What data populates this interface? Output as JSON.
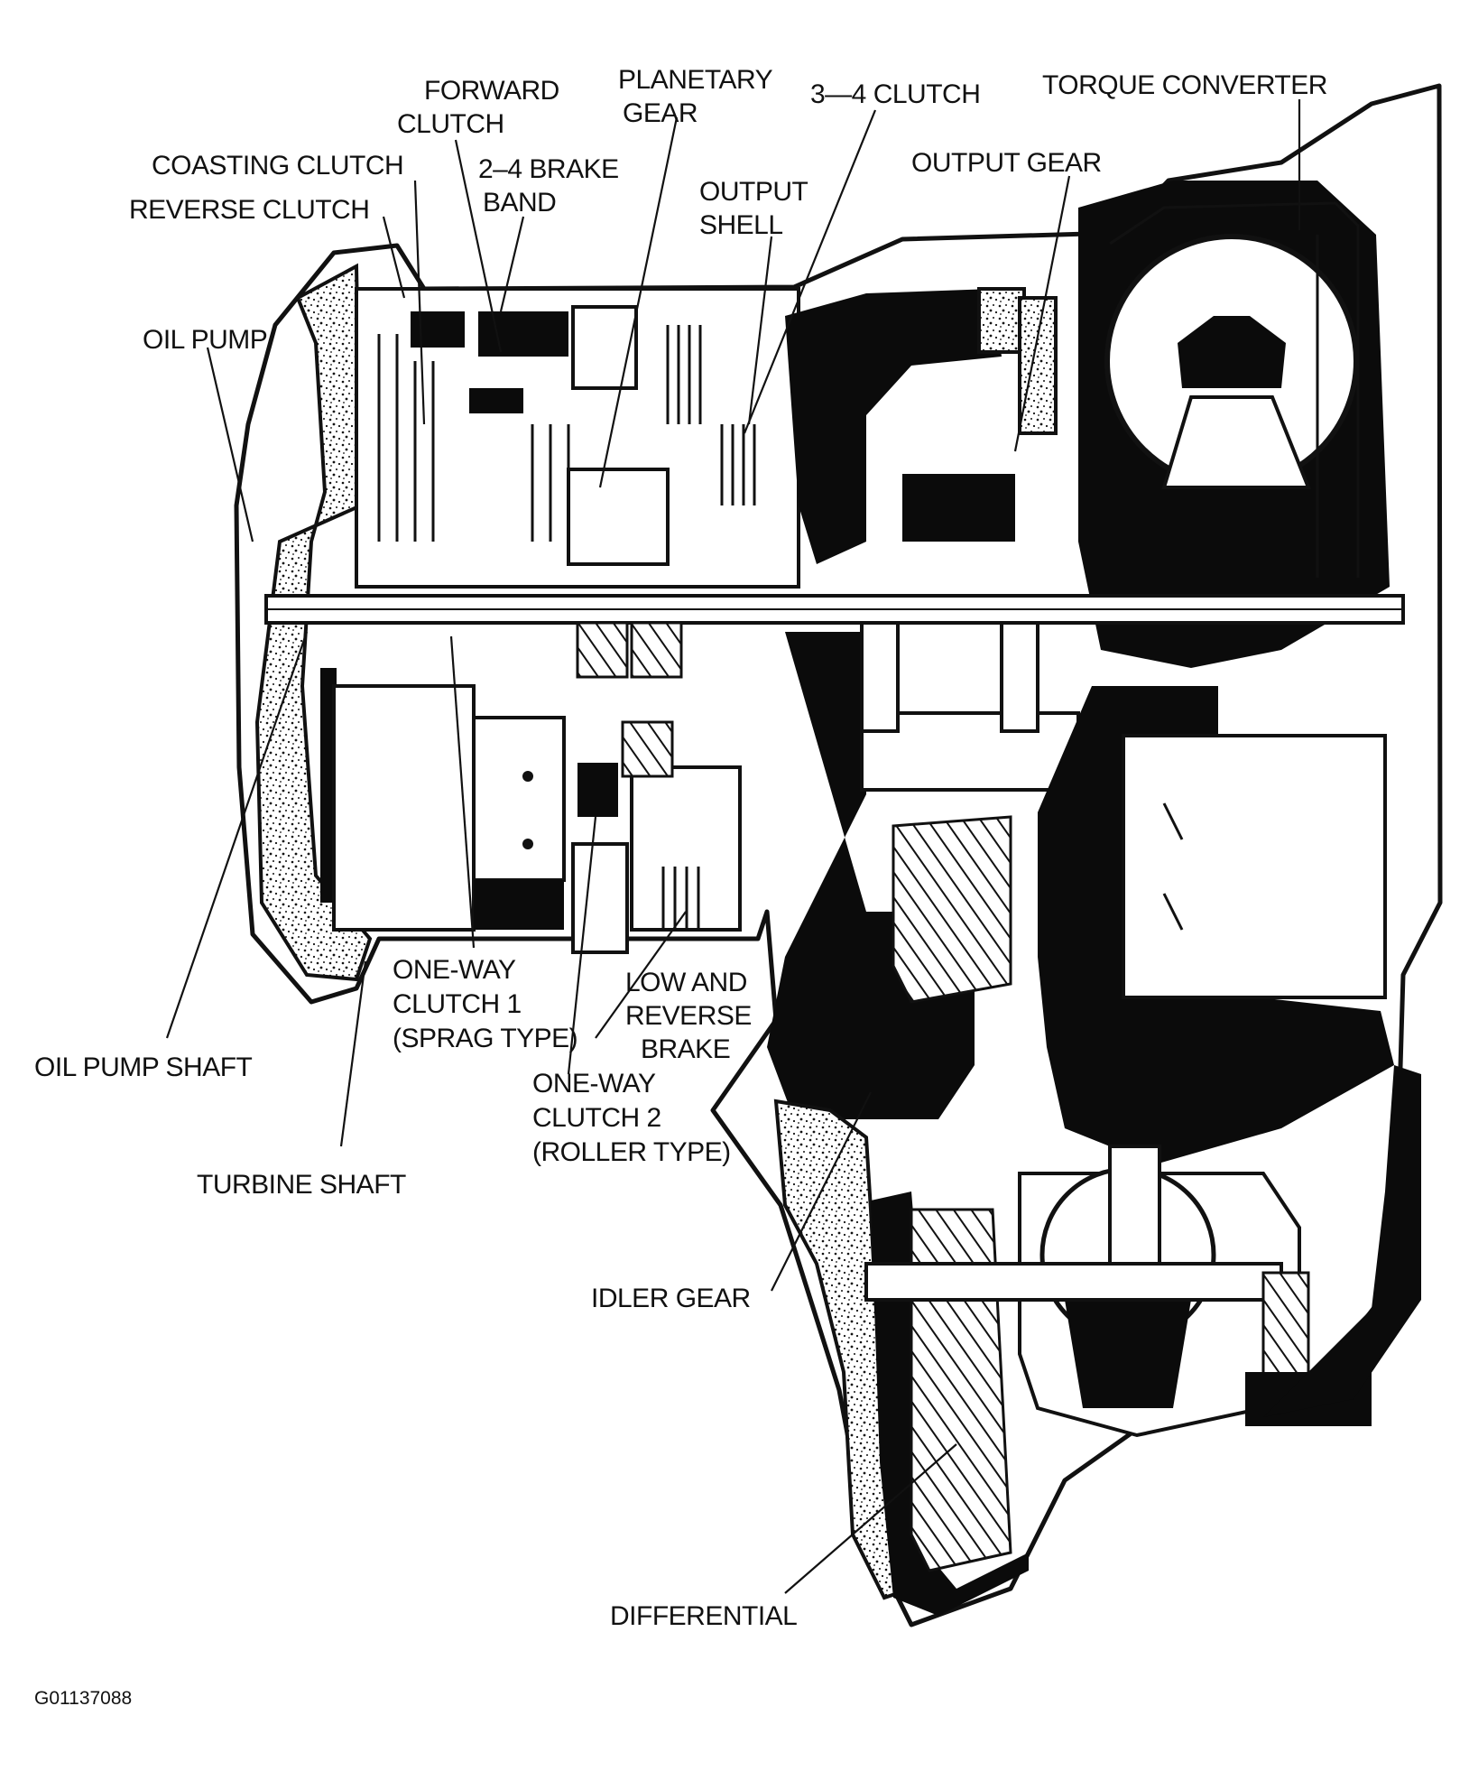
{
  "callouts": [
    {
      "id": "forward-clutch",
      "lines": [
        "FORWARD",
        "CLUTCH"
      ],
      "anchor": "start"
    },
    {
      "id": "planetary-gear",
      "lines": [
        "PLANETARY",
        "GEAR"
      ],
      "anchor": "start"
    },
    {
      "id": "3-4-clutch",
      "lines": [
        "3—4 CLUTCH"
      ],
      "anchor": "start"
    },
    {
      "id": "torque-converter",
      "lines": [
        "TORQUE CONVERTER"
      ],
      "anchor": "start"
    },
    {
      "id": "coasting-clutch",
      "lines": [
        "COASTING CLUTCH"
      ],
      "anchor": "start"
    },
    {
      "id": "2-4-brake-band",
      "lines": [
        "2–4 BRAKE",
        "BAND"
      ],
      "anchor": "start"
    },
    {
      "id": "output-gear",
      "lines": [
        "OUTPUT GEAR"
      ],
      "anchor": "start"
    },
    {
      "id": "output-shell",
      "lines": [
        "OUTPUT",
        "SHELL"
      ],
      "anchor": "start"
    },
    {
      "id": "reverse-clutch",
      "lines": [
        "REVERSE CLUTCH"
      ],
      "anchor": "start"
    },
    {
      "id": "oil-pump",
      "lines": [
        "OIL PUMP"
      ],
      "anchor": "start"
    },
    {
      "id": "one-way-clutch-1",
      "lines": [
        "ONE-WAY",
        "CLUTCH 1",
        "(SPRAG TYPE)"
      ],
      "anchor": "start"
    },
    {
      "id": "low-and-reverse-brake",
      "lines": [
        "LOW AND",
        "REVERSE",
        "BRAKE"
      ],
      "anchor": "start"
    },
    {
      "id": "oil-pump-shaft",
      "lines": [
        "OIL PUMP SHAFT"
      ],
      "anchor": "start"
    },
    {
      "id": "one-way-clutch-2",
      "lines": [
        "ONE-WAY",
        "CLUTCH 2",
        "(ROLLER TYPE)"
      ],
      "anchor": "start"
    },
    {
      "id": "turbine-shaft",
      "lines": [
        "TURBINE SHAFT"
      ],
      "anchor": "start"
    },
    {
      "id": "idler-gear",
      "lines": [
        "IDLER GEAR"
      ],
      "anchor": "start"
    },
    {
      "id": "differential",
      "lines": [
        "DIFFERENTIAL"
      ],
      "anchor": "start"
    }
  ],
  "figure_code": "G01137088"
}
